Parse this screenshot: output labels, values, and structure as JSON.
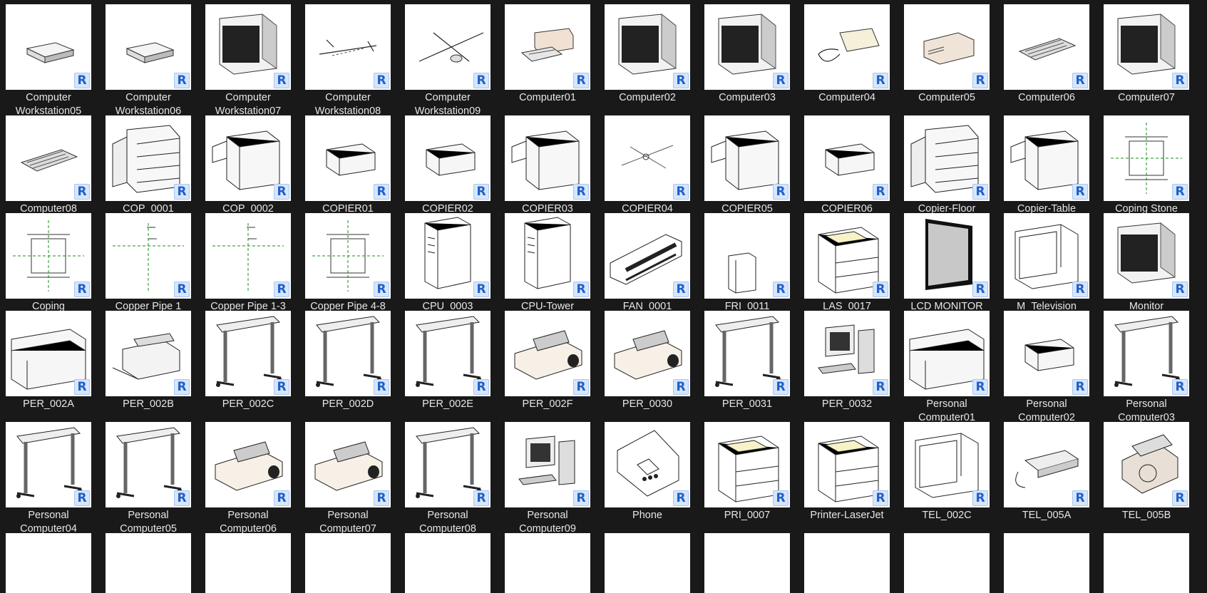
{
  "gallery": {
    "badge_glyph": "R",
    "accent_color": "#1f5fc9",
    "items": [
      {
        "lines": [
          "Computer",
          "Workstation05"
        ],
        "icon": "workstation-box-icon"
      },
      {
        "lines": [
          "Computer",
          "Workstation06"
        ],
        "icon": "workstation-box-icon"
      },
      {
        "lines": [
          "Computer",
          "Workstation07"
        ],
        "icon": "crt-monitor-icon"
      },
      {
        "lines": [
          "Computer",
          "Workstation08"
        ],
        "icon": "keyboard-line-icon"
      },
      {
        "lines": [
          "Computer",
          "Workstation09"
        ],
        "icon": "mouse-icon"
      },
      {
        "lines": [
          "Computer01"
        ],
        "icon": "computer-keyboard-icon"
      },
      {
        "lines": [
          "Computer02"
        ],
        "icon": "crt-monitor-icon"
      },
      {
        "lines": [
          "Computer03"
        ],
        "icon": "crt-monitor-icon"
      },
      {
        "lines": [
          "Computer04"
        ],
        "icon": "mousepad-icon"
      },
      {
        "lines": [
          "Computer05"
        ],
        "icon": "desktop-case-icon"
      },
      {
        "lines": [
          "Computer06"
        ],
        "icon": "keyboard-icon"
      },
      {
        "lines": [
          "Computer07"
        ],
        "icon": "crt-monitor-icon"
      },
      {
        "lines": [
          "Computer08"
        ],
        "icon": "keyboard-icon"
      },
      {
        "lines": [
          "COP_0001"
        ],
        "icon": "floor-copier-icon"
      },
      {
        "lines": [
          "COP_0002"
        ],
        "icon": "copier-icon"
      },
      {
        "lines": [
          "COPIER01"
        ],
        "icon": "desk-copier-icon"
      },
      {
        "lines": [
          "COPIER02"
        ],
        "icon": "desk-copier-icon"
      },
      {
        "lines": [
          "COPIER03"
        ],
        "icon": "copier-icon"
      },
      {
        "lines": [
          "COPIER04"
        ],
        "icon": "crosshair-icon"
      },
      {
        "lines": [
          "COPIER05"
        ],
        "icon": "copier-icon"
      },
      {
        "lines": [
          "COPIER06"
        ],
        "icon": "desk-copier-icon"
      },
      {
        "lines": [
          "Copier-Floor"
        ],
        "icon": "floor-copier-icon"
      },
      {
        "lines": [
          "Copier-Table"
        ],
        "icon": "copier-icon"
      },
      {
        "lines": [
          "Coping Stone"
        ],
        "icon": "dimension-drawing-icon"
      },
      {
        "lines": [
          "Coping"
        ],
        "icon": "dimension-drawing-icon"
      },
      {
        "lines": [
          "Copper Pipe 1"
        ],
        "icon": "pipe-centerline-icon"
      },
      {
        "lines": [
          "Copper Pipe 1-3"
        ],
        "icon": "pipe-centerline-icon"
      },
      {
        "lines": [
          "Copper Pipe 4-8"
        ],
        "icon": "dimension-drawing-icon"
      },
      {
        "lines": [
          "CPU_0003"
        ],
        "icon": "tower-case-icon"
      },
      {
        "lines": [
          "CPU-Tower"
        ],
        "icon": "tower-case-icon"
      },
      {
        "lines": [
          "FAN_0001"
        ],
        "icon": "fan-unit-icon"
      },
      {
        "lines": [
          "FRI_0011"
        ],
        "icon": "fridge-icon"
      },
      {
        "lines": [
          "LAS_0017"
        ],
        "icon": "laser-printer-icon"
      },
      {
        "lines": [
          "LCD MONITOR"
        ],
        "icon": "lcd-monitor-icon"
      },
      {
        "lines": [
          "M_Television"
        ],
        "icon": "television-icon"
      },
      {
        "lines": [
          "Monitor"
        ],
        "icon": "crt-monitor-icon"
      },
      {
        "lines": [
          "PER_002A"
        ],
        "icon": "plotter-cabinet-icon"
      },
      {
        "lines": [
          "PER_002B"
        ],
        "icon": "printer-icon"
      },
      {
        "lines": [
          "PER_002C"
        ],
        "icon": "plotter-stand-icon"
      },
      {
        "lines": [
          "PER_002D"
        ],
        "icon": "plotter-stand-icon"
      },
      {
        "lines": [
          "PER_002E"
        ],
        "icon": "plotter-stand-icon"
      },
      {
        "lines": [
          "PER_002F"
        ],
        "icon": "dot-matrix-printer-icon"
      },
      {
        "lines": [
          "PER_0030"
        ],
        "icon": "dot-matrix-printer-icon"
      },
      {
        "lines": [
          "PER_0031"
        ],
        "icon": "plotter-stand-icon"
      },
      {
        "lines": [
          "PER_0032"
        ],
        "icon": "pc-set-icon"
      },
      {
        "lines": [
          "Personal",
          "Computer01"
        ],
        "icon": "plotter-cabinet-icon"
      },
      {
        "lines": [
          "Personal",
          "Computer02"
        ],
        "icon": "desk-copier-icon"
      },
      {
        "lines": [
          "Personal",
          "Computer03"
        ],
        "icon": "plotter-stand-icon"
      },
      {
        "lines": [
          "Personal",
          "Computer04"
        ],
        "icon": "plotter-stand-icon"
      },
      {
        "lines": [
          "Personal",
          "Computer05"
        ],
        "icon": "plotter-stand-icon"
      },
      {
        "lines": [
          "Personal",
          "Computer06"
        ],
        "icon": "dot-matrix-printer-icon"
      },
      {
        "lines": [
          "Personal",
          "Computer07"
        ],
        "icon": "dot-matrix-printer-icon"
      },
      {
        "lines": [
          "Personal",
          "Computer08"
        ],
        "icon": "plotter-stand-icon"
      },
      {
        "lines": [
          "Personal",
          "Computer09"
        ],
        "icon": "pc-set-icon"
      },
      {
        "lines": [
          "Phone"
        ],
        "icon": "phone-icon"
      },
      {
        "lines": [
          "PRI_0007"
        ],
        "icon": "laser-printer-icon"
      },
      {
        "lines": [
          "Printer-LaserJet"
        ],
        "icon": "laser-printer-icon"
      },
      {
        "lines": [
          "TEL_002C"
        ],
        "icon": "television-icon"
      },
      {
        "lines": [
          "TEL_005A"
        ],
        "icon": "desk-phone-icon"
      },
      {
        "lines": [
          "TEL_005B"
        ],
        "icon": "rotary-phone-icon"
      },
      {
        "lines": [],
        "icon": "partial-thumbnail-icon"
      },
      {
        "lines": [],
        "icon": "partial-thumbnail-icon"
      },
      {
        "lines": [],
        "icon": "partial-thumbnail-icon"
      },
      {
        "lines": [],
        "icon": "partial-thumbnail-icon"
      },
      {
        "lines": [],
        "icon": "partial-thumbnail-icon"
      },
      {
        "lines": [],
        "icon": "partial-thumbnail-icon"
      },
      {
        "lines": [],
        "icon": "partial-thumbnail-icon"
      },
      {
        "lines": [],
        "icon": "partial-thumbnail-icon"
      },
      {
        "lines": [],
        "icon": "partial-thumbnail-icon"
      },
      {
        "lines": [],
        "icon": "partial-thumbnail-icon"
      },
      {
        "lines": [],
        "icon": "partial-thumbnail-icon"
      },
      {
        "lines": [],
        "icon": "partial-thumbnail-icon"
      }
    ]
  }
}
